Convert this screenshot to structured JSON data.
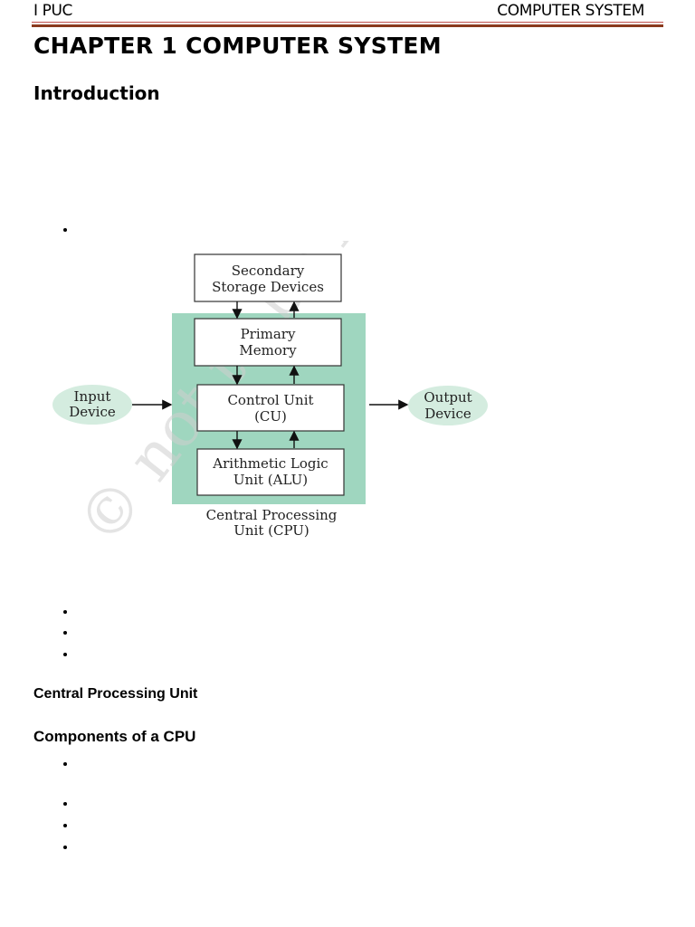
{
  "header": {
    "left": "I PUC",
    "right": "COMPUTER SYSTEM"
  },
  "title": "CHAPTER 1 COMPUTER SYSTEM",
  "sections": {
    "introduction": "Introduction",
    "cpu": "Central Processing  Unit",
    "components": "Components of a CPU"
  },
  "diagram": {
    "secondary_storage": [
      "Secondary",
      "Storage Devices"
    ],
    "primary_memory": [
      "Primary",
      "Memory"
    ],
    "control_unit": [
      "Control Unit",
      "(CU)"
    ],
    "alu": [
      "Arithmetic Logic",
      "Unit (ALU)"
    ],
    "cpu_label": [
      "Central Processing",
      "Unit (CPU)"
    ],
    "input_device": [
      "Input",
      "Device"
    ],
    "output_device": [
      "Output",
      "Device"
    ],
    "watermark": "© not to be re",
    "colors": {
      "cpu_fill": "#9fd6bf",
      "device_fill": "#d4ecdf",
      "box_stroke": "#333333"
    }
  }
}
